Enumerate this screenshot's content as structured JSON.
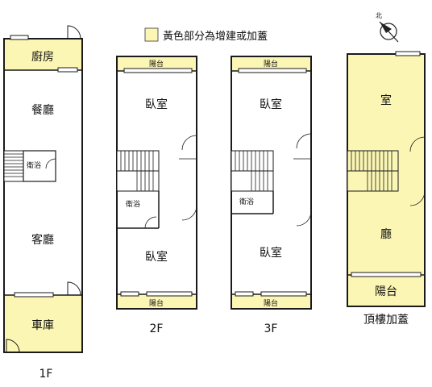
{
  "legend": {
    "text": "黃色部分為增建或加蓋",
    "swatch_color": "#fbf6b4"
  },
  "north_label": "北",
  "colors": {
    "addition_fill": "#fbf6b4",
    "wall": "#1a1a1a"
  },
  "floors": {
    "f1": {
      "caption": "1F",
      "rooms": {
        "kitchen": "廚房",
        "dining": "餐廳",
        "bath": "衛浴",
        "living": "客廳",
        "garage": "車庫"
      }
    },
    "f2": {
      "caption": "2F",
      "rooms": {
        "balcony_top": "陽台",
        "bedroom_top": "臥室",
        "bath": "衛浴",
        "bedroom_bottom": "臥室",
        "balcony_bottom": "陽台"
      }
    },
    "f3": {
      "caption": "3F",
      "rooms": {
        "balcony_top": "陽台",
        "bedroom_top": "臥室",
        "bath": "衛浴",
        "bedroom_bottom": "臥室",
        "balcony_bottom": "陽台"
      }
    },
    "roof": {
      "caption": "頂樓加蓋",
      "rooms": {
        "room": "室",
        "hall": "廳",
        "balcony": "陽台"
      }
    }
  }
}
